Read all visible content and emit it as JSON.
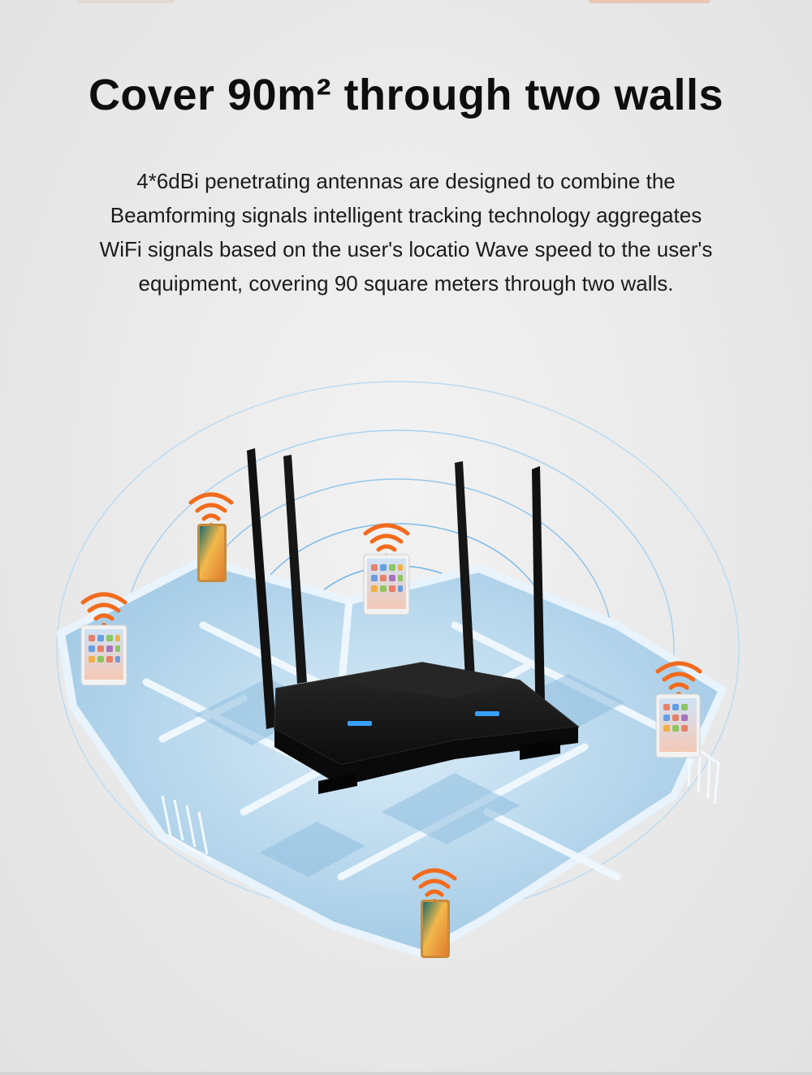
{
  "headline": "Cover 90m² through two walls",
  "description_lines": [
    "4*6dBi penetrating antennas are designed to combine the",
    "Beamforming signals intelligent tracking technology aggregates",
    "WiFi signals based on the user's locatio Wave speed to the user's",
    "equipment, covering 90 square meters through two walls."
  ],
  "colors": {
    "wifi_signal": "#f26b1d",
    "coverage_ring": "#6fb6e6",
    "router_body": "#151515",
    "router_led": "#3aa0ff",
    "floorplan_wall": "#cfe6f5",
    "floorplan_floor": "#a9cfe8"
  },
  "icons": {
    "router": "router-icon",
    "wifi": "wifi-icon",
    "phone": "smartphone-icon",
    "tablet": "tablet-icon"
  }
}
